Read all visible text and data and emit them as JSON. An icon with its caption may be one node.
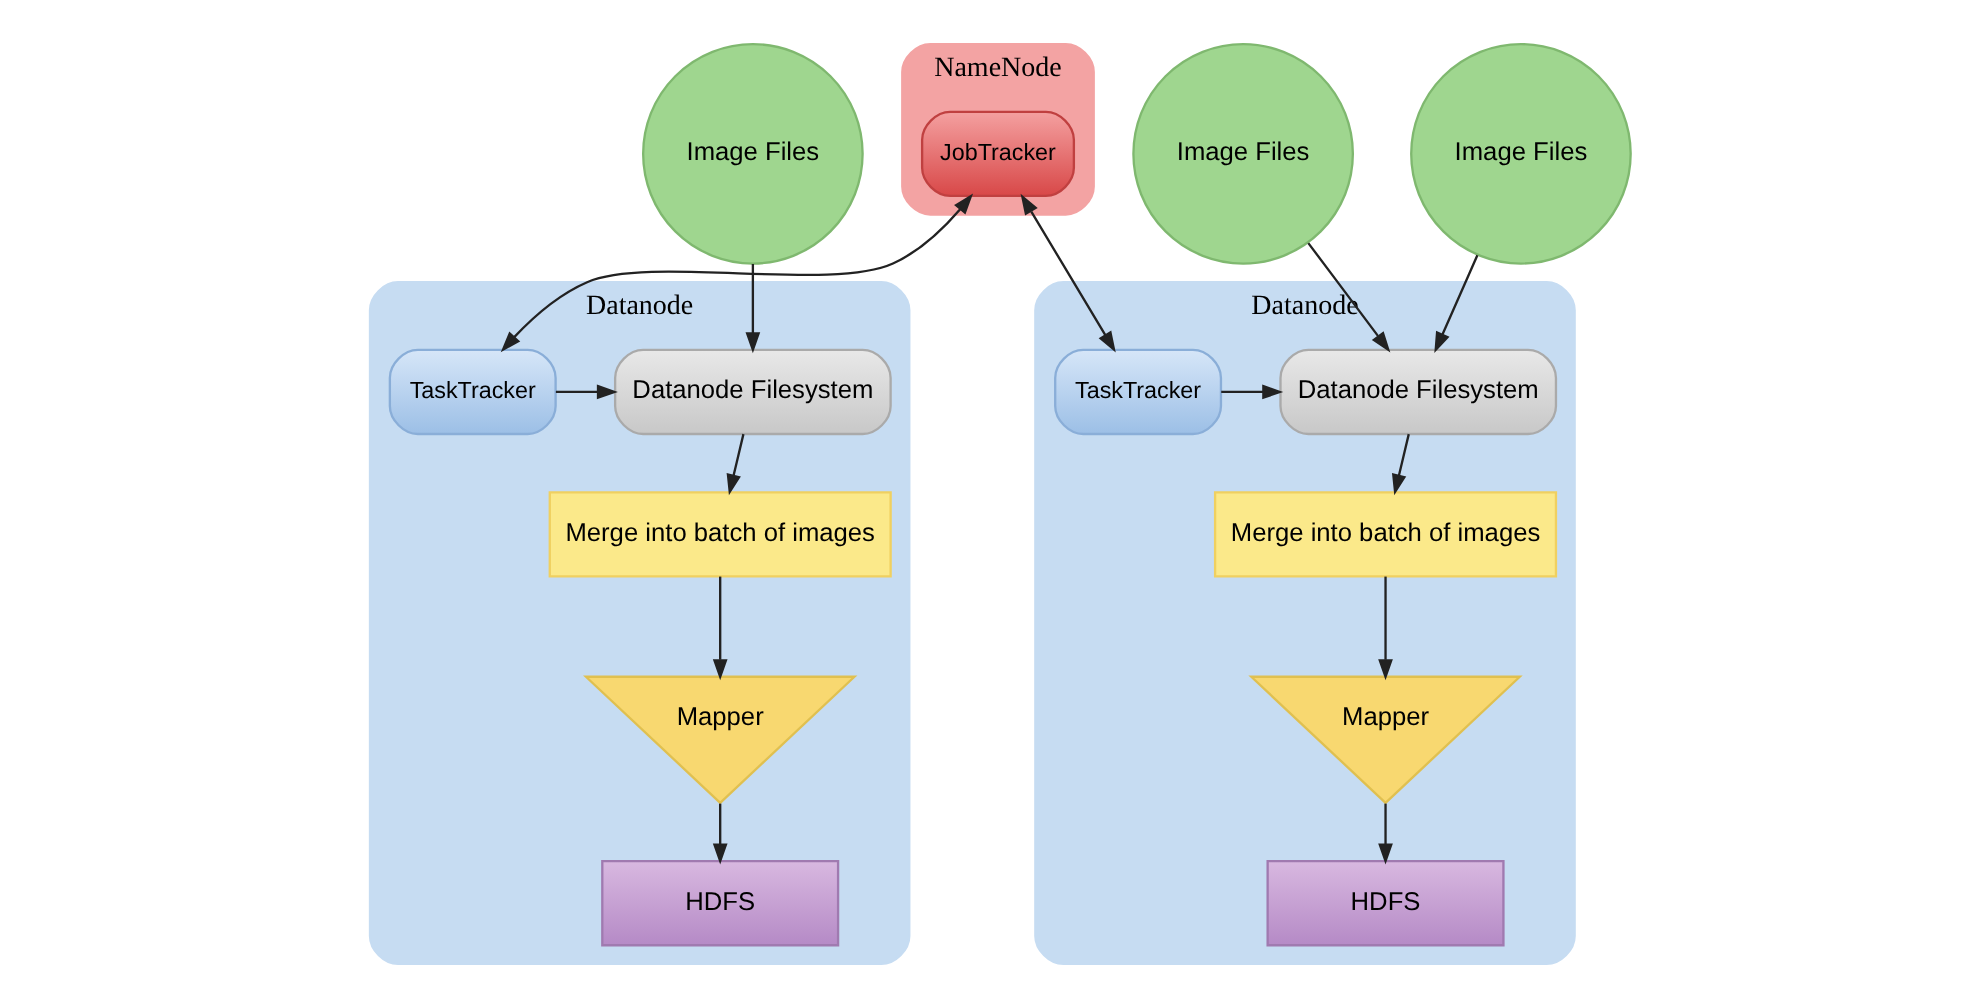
{
  "diagram": {
    "nodes": [
      {
        "text": [
          "Image Files"
        ]
      },
      {
        "text": [
          "Datanode"
        ]
      },
      {
        "text": [
          "Datanode Filesystem"
        ],
        "in": 1
      },
      {
        "text": [
          "Merge into batch of images"
        ],
        "in": 1
      },
      {
        "text": [
          "Mapper"
        ],
        "in": 1
      },
      {
        "text": [
          "TaskTracker"
        ],
        "in": 1
      },
      {
        "text": [
          "HDFS"
        ],
        "in": 1
      },
      {
        "text": [
          "NameNode"
        ]
      },
      {
        "text": [
          "JobTracker"
        ],
        "in": 7
      },
      {
        "text": [
          "Image Files"
        ]
      },
      {
        "text": [
          "Image Files"
        ]
      },
      {
        "text": [
          "Datanode"
        ]
      },
      {
        "text": [
          "Datanode Filesystem"
        ],
        "in": 11
      },
      {
        "text": [
          "Merge into batch of images"
        ],
        "in": 11
      },
      {
        "text": [
          "TaskTracker"
        ],
        "in": 11
      },
      {
        "text": [
          "Mapper"
        ],
        "in": 11
      },
      {
        "text": [
          "HDFS"
        ],
        "in": 11
      }
    ],
    "edges": [
      {
        "from": 0,
        "to": 2,
        "arrow": "to"
      },
      {
        "from": 2,
        "to": 3,
        "arrow": "to"
      },
      {
        "from": 3,
        "to": 4,
        "arrow": "to"
      },
      {
        "from": 4,
        "to": 6,
        "arrow": "to"
      },
      {
        "from": 5,
        "to": 2,
        "arrow": "to"
      },
      {
        "from": 5,
        "to": 8,
        "arrow": "both"
      },
      {
        "from": 8,
        "to": 14,
        "arrow": "both"
      },
      {
        "from": 9,
        "to": 12,
        "arrow": "to"
      },
      {
        "from": 10,
        "to": 12,
        "arrow": "to"
      },
      {
        "from": 12,
        "to": 13,
        "arrow": "to"
      },
      {
        "from": 13,
        "to": 15,
        "arrow": "to"
      },
      {
        "from": 15,
        "to": 16,
        "arrow": "to"
      },
      {
        "from": 14,
        "to": 12,
        "arrow": "to"
      }
    ]
  }
}
